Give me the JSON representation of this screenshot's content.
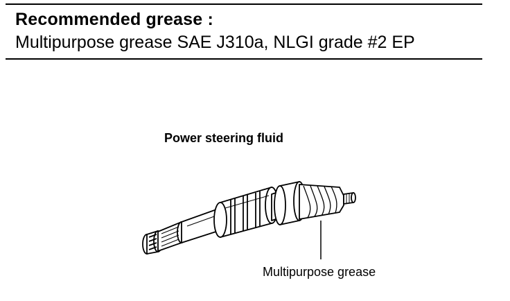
{
  "header": {
    "title": "Recommended grease :",
    "spec": "Multipurpose grease SAE J310a, NLGI grade #2 EP"
  },
  "diagram": {
    "callout_fluid": "Power steering fluid",
    "callout_grease": "Multipurpose grease"
  }
}
